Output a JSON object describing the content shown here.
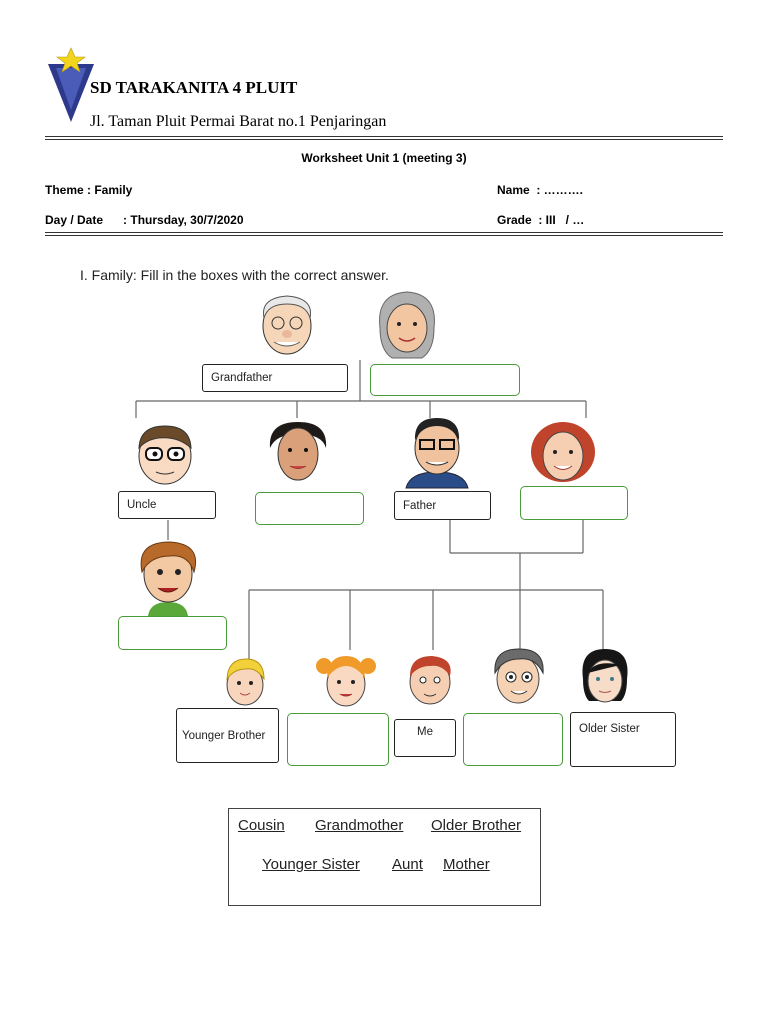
{
  "header": {
    "school_name": "SD TARAKANITA 4 PLUIT",
    "address": "Jl. Taman Pluit Permai Barat no.1 Penjaringan",
    "logo_icon": "star-shield-logo-icon"
  },
  "worksheet": {
    "title": "Worksheet Unit 1 (meeting 3)",
    "theme": "Theme : Family",
    "day_date": "Day / Date      : Thursday, 30/7/2020",
    "name": "Name  : ……….",
    "grade": "Grade  : III   / …"
  },
  "instruction": "I.  Family: Fill in the boxes with the correct answer.",
  "tree": {
    "grandfather": "Grandfather",
    "grandmother": "",
    "uncle": "Uncle",
    "aunt": "",
    "father": "Father",
    "mother": "",
    "cousin": "",
    "younger_brother": "Younger Brother",
    "younger_sister": "",
    "me": "Me",
    "older_brother": "",
    "older_sister": "Older Sister"
  },
  "word_bank": [
    "Cousin",
    "Grandmother",
    "Older Brother",
    "Younger Sister",
    "Aunt",
    "Mother"
  ],
  "colors": {
    "logo_blue": "#2d3a8c",
    "logo_star": "#f2d41c",
    "answer_box_border": "#4a9a3a"
  }
}
